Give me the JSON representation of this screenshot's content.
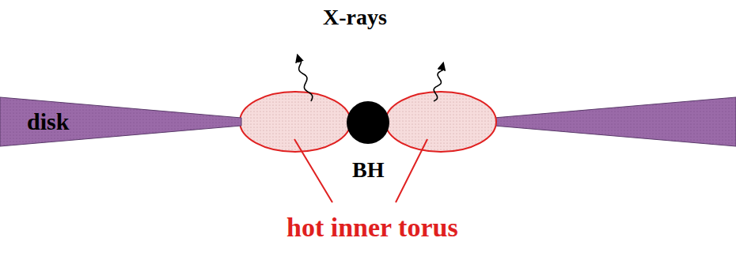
{
  "diagram": {
    "nodes": [
      {
        "text": [
          "disk"
        ]
      },
      {
        "text": [
          "BH"
        ]
      }
    ],
    "labels": [
      "X-rays",
      "hot inner torus"
    ]
  }
}
